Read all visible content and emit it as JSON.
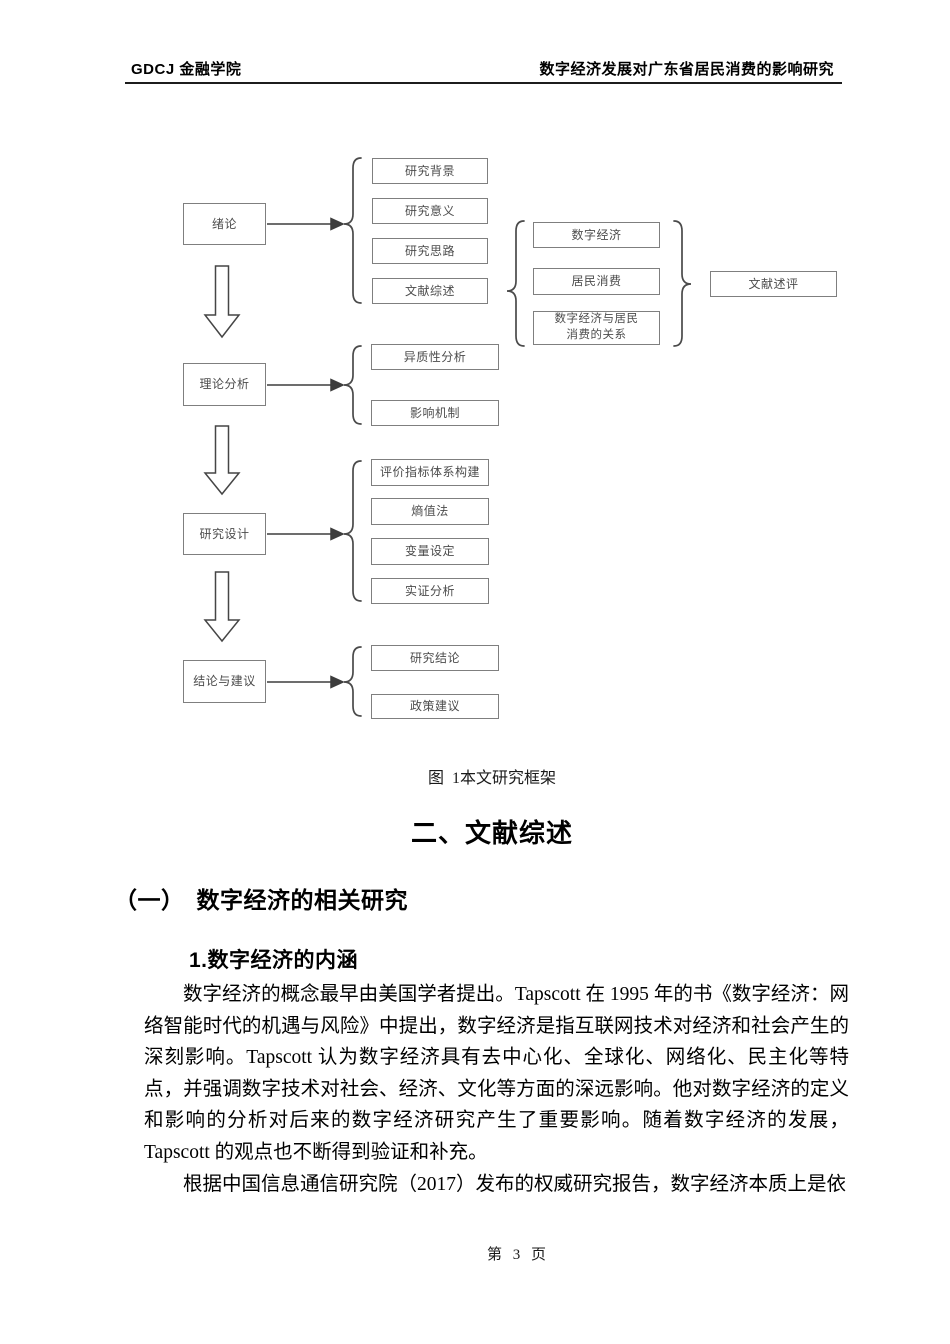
{
  "header": {
    "left": "GDCJ 金融学院",
    "right": "数字经济发展对广东省居民消费的影响研究"
  },
  "diagram": {
    "main": {
      "intro": "绪论",
      "theory": "理论分析",
      "design": "研究设计",
      "conclusion": "结论与建议"
    },
    "intro_children": {
      "background": "研究背景",
      "significance": "研究意义",
      "approach": "研究思路",
      "literature": "文献综述"
    },
    "literature_children": {
      "digital_economy": "数字经济",
      "consumption": "居民消费",
      "relationship": "数字经济与居民\n消费的关系",
      "review": "文献述评"
    },
    "theory_children": {
      "heterogeneity": "异质性分析",
      "mechanism": "影响机制"
    },
    "design_children": {
      "index_system": "评价指标体系构建",
      "entropy": "熵值法",
      "variables": "变量设定",
      "empirical": "实证分析"
    },
    "conclusion_children": {
      "findings": "研究结论",
      "policy": "政策建议"
    }
  },
  "caption": "图  1本文研究框架",
  "headings": {
    "section": "二、文献综述",
    "subsection": "（一）　数字经济的相关研究",
    "point": "1.数字经济的内涵"
  },
  "paragraphs": {
    "p1": "数字经济的概念最早由美国学者提出。Tapscott 在 1995 年的书《数字经济：网络智能时代的机遇与风险》中提出，数字经济是指互联网技术对经济和社会产生的深刻影响。Tapscott 认为数字经济具有去中心化、全球化、网络化、民主化等特点，并强调数字技术对社会、经济、文化等方面的深远影响。他对数字经济的定义和影响的分析对后来的数字经济研究产生了重要影响。随着数字经济的发展，Tapscott 的观点也不断得到验证和补充。",
    "p2": "根据中国信息通信研究院（2017）发布的权威研究报告，数字经济本质上是依"
  },
  "footer": {
    "page_label": "第 3 页"
  },
  "colors": {
    "box_border": "#7f7f7f",
    "box_text": "#4c4c4c",
    "line": "#454545",
    "text": "#000000"
  }
}
